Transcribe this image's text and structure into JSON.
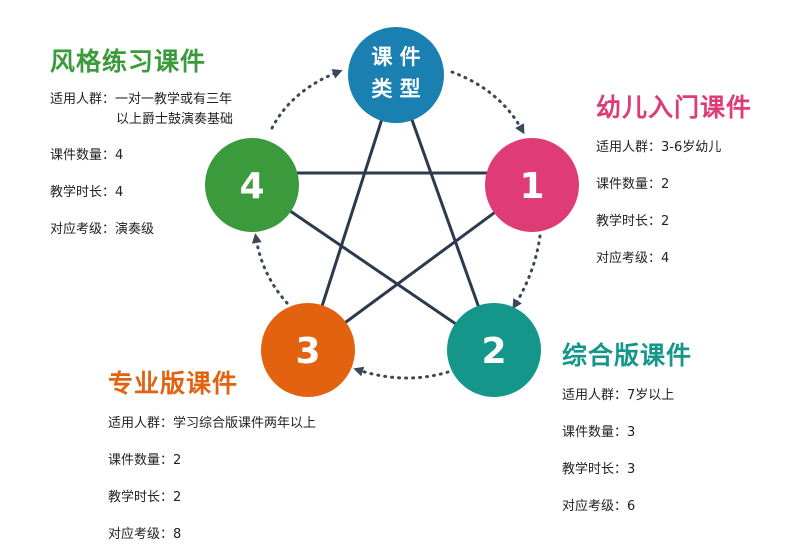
{
  "center": {
    "line1": "课 件",
    "line2": "类 型",
    "color": "#1a7fb1"
  },
  "nodes": [
    {
      "id": "1",
      "label": "1",
      "color": "#df3c76"
    },
    {
      "id": "2",
      "label": "2",
      "color": "#14968b"
    },
    {
      "id": "3",
      "label": "3",
      "color": "#e2620f"
    },
    {
      "id": "4",
      "label": "4",
      "color": "#3a9a3c"
    }
  ],
  "courses": {
    "youer": {
      "title": "幼儿入门课件",
      "color": "#df3c76",
      "audience_key": "适用人群：",
      "audience": "3-6岁幼儿",
      "count_key": "课件数量：",
      "count": "2",
      "duration_key": "教学时长：",
      "duration": "2",
      "level_key": "对应考级：",
      "level": "4"
    },
    "zonghe": {
      "title": "综合版课件",
      "color": "#14968b",
      "audience_key": "适用人群：",
      "audience": "7岁以上",
      "count_key": "课件数量：",
      "count": "3",
      "duration_key": "教学时长：",
      "duration": "3",
      "level_key": "对应考级：",
      "level": "6"
    },
    "zhuanye": {
      "title": "专业版课件",
      "color": "#e2620f",
      "audience_key": "适用人群：",
      "audience": "学习综合版课件两年以上",
      "count_key": "课件数量：",
      "count": "2",
      "duration_key": "教学时长：",
      "duration": "2",
      "level_key": "对应考级：",
      "level": "8"
    },
    "fengge": {
      "title": "风格练习课件",
      "color": "#3a9a3c",
      "audience_key": "适用人群：",
      "audience": "一对一教学或有三年",
      "audience2": "以上爵士鼓演奏基础",
      "count_key": "课件数量：",
      "count": "4",
      "duration_key": "教学时长：",
      "duration": "4",
      "level_key": "对应考级：",
      "level": "演奏级"
    }
  },
  "colors": {
    "lines": "#2d3a4e",
    "arrows": "#3c4656"
  }
}
